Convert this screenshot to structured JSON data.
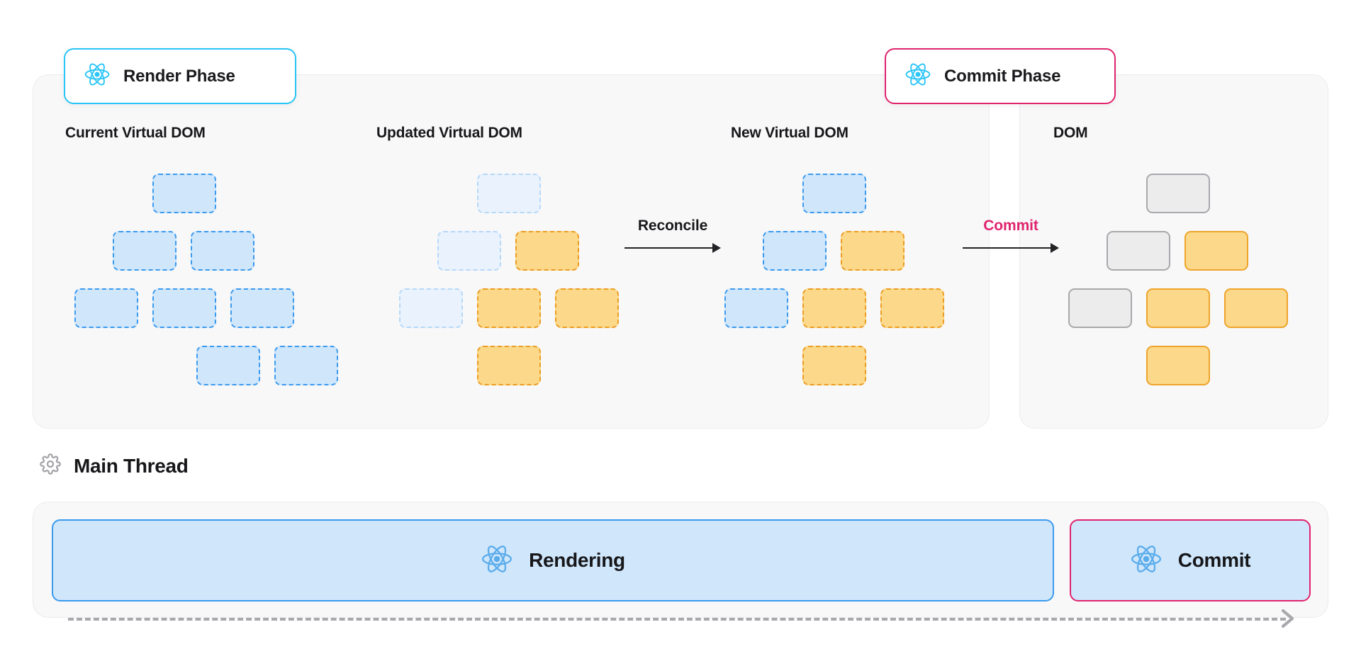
{
  "phases": [
    {
      "id": "render",
      "label": "Render Phase",
      "icon": "react-logo-icon",
      "border_color": "#29c5f6"
    },
    {
      "id": "commit",
      "label": "Commit Phase",
      "icon": "react-logo-icon",
      "border_color": "#e0246e"
    }
  ],
  "columns": [
    {
      "id": "current-virtual-dom",
      "title": "Current Virtual DOM"
    },
    {
      "id": "updated-virtual-dom",
      "title": "Updated Virtual DOM"
    },
    {
      "id": "new-virtual-dom",
      "title": "New Virtual DOM"
    },
    {
      "id": "dom",
      "title": "DOM"
    }
  ],
  "arrows": [
    {
      "id": "reconcile",
      "label": "Reconcile",
      "color": "#18181b"
    },
    {
      "id": "commit",
      "label": "Commit",
      "color": "#e0246e"
    }
  ],
  "main_thread": {
    "label": "Main Thread",
    "icon": "gear-icon",
    "bars": [
      {
        "id": "rendering",
        "label": "Rendering",
        "icon": "react-logo-icon",
        "fill": "#cfe6fb",
        "border_color": "#3b9aee"
      },
      {
        "id": "commit",
        "label": "Commit",
        "icon": "react-logo-icon",
        "fill": "#cfe6fb",
        "border_color": "#e0246e"
      }
    ],
    "timeline_arrow_icon": "chevron-right-icon"
  },
  "colors": {
    "react_cyan": "#29c5f6",
    "react_blue": "#5aaceb",
    "pink": "#e0246e",
    "node_blue_fill": "#cfe6fb",
    "node_blue_border": "#3b9aee",
    "node_blue_dim_fill": "#e9f2fd",
    "node_blue_dim_border": "#b6d8f7",
    "node_amber_fill": "#fcd98a",
    "node_amber_border": "#eb9c22",
    "node_gray_fill": "#ececec",
    "node_gray_border": "#a9a9ad",
    "panel_bg": "#f8f8f9",
    "page_bg": "#ffffff"
  },
  "chart_data": {
    "type": "diagram",
    "title": "React Render and Commit Phases",
    "trees": [
      {
        "column": "Current Virtual DOM",
        "nodes": [
          {
            "row": 0,
            "col": 1,
            "state": "blue"
          },
          {
            "row": 1,
            "col": 0,
            "state": "blue"
          },
          {
            "row": 1,
            "col": 1,
            "state": "blue"
          },
          {
            "row": 2,
            "col": 0,
            "state": "blue"
          },
          {
            "row": 2,
            "col": 1,
            "state": "blue"
          },
          {
            "row": 2,
            "col": 2,
            "state": "blue"
          },
          {
            "row": 3,
            "col": 1,
            "state": "blue"
          },
          {
            "row": 3,
            "col": 2,
            "state": "blue"
          }
        ]
      },
      {
        "column": "Updated Virtual DOM",
        "nodes": [
          {
            "row": 0,
            "col": 1,
            "state": "blue-dim"
          },
          {
            "row": 1,
            "col": 0,
            "state": "blue-dim"
          },
          {
            "row": 1,
            "col": 1,
            "state": "amber"
          },
          {
            "row": 2,
            "col": 0,
            "state": "blue-dim"
          },
          {
            "row": 2,
            "col": 1,
            "state": "amber"
          },
          {
            "row": 2,
            "col": 2,
            "state": "amber"
          },
          {
            "row": 3,
            "col": 1,
            "state": "amber"
          }
        ]
      },
      {
        "column": "New Virtual DOM",
        "nodes": [
          {
            "row": 0,
            "col": 1,
            "state": "blue"
          },
          {
            "row": 1,
            "col": 0,
            "state": "blue"
          },
          {
            "row": 1,
            "col": 1,
            "state": "amber"
          },
          {
            "row": 2,
            "col": 0,
            "state": "blue"
          },
          {
            "row": 2,
            "col": 1,
            "state": "amber"
          },
          {
            "row": 2,
            "col": 2,
            "state": "amber"
          },
          {
            "row": 3,
            "col": 1,
            "state": "amber"
          }
        ]
      },
      {
        "column": "DOM",
        "nodes": [
          {
            "row": 0,
            "col": 1,
            "state": "gray"
          },
          {
            "row": 1,
            "col": 0,
            "state": "gray"
          },
          {
            "row": 1,
            "col": 1,
            "state": "amber-solid"
          },
          {
            "row": 2,
            "col": 0,
            "state": "gray"
          },
          {
            "row": 2,
            "col": 1,
            "state": "amber-solid"
          },
          {
            "row": 2,
            "col": 2,
            "state": "amber-solid"
          },
          {
            "row": 3,
            "col": 1,
            "state": "amber-solid"
          }
        ]
      }
    ]
  }
}
